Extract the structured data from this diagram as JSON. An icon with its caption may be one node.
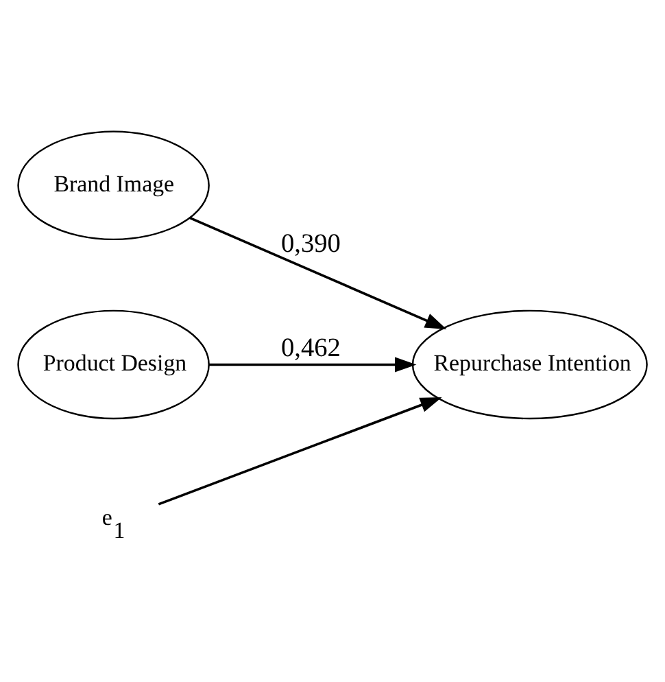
{
  "diagram": {
    "nodes": [
      {
        "text": [
          "Brand Image"
        ]
      },
      {
        "text": [
          "Repurchase Intention"
        ]
      },
      {
        "text": [
          "Product Design"
        ]
      },
      {
        "text": [
          "e$_{1}$"
        ]
      }
    ],
    "edges": [
      {
        "from": 0,
        "to": 1,
        "arrow": "to",
        "label": "0,390"
      },
      {
        "from": 2,
        "to": 1,
        "arrow": "to",
        "label": "0,462"
      },
      {
        "from": 3,
        "to": 1,
        "arrow": "to"
      }
    ]
  }
}
